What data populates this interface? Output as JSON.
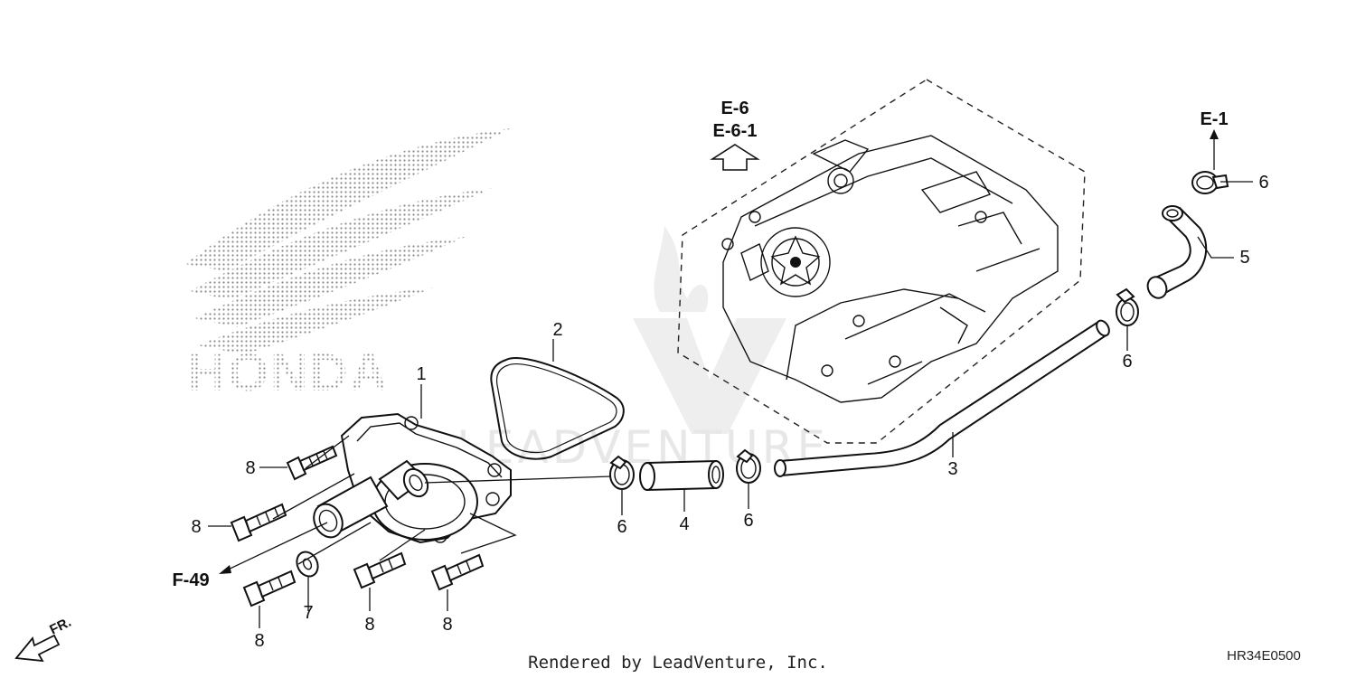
{
  "diagram": {
    "watermark_brand": "HONDA",
    "watermark_company": "LEADVENTURE",
    "reference_labels": {
      "e6": "E-6",
      "e61": "E-6-1",
      "e1": "E-1",
      "f49": "F-49",
      "front": "FR."
    },
    "callouts": {
      "c1": "1",
      "c2": "2",
      "c3": "3",
      "c4": "4",
      "c5": "5",
      "c6a": "6",
      "c6b": "6",
      "c6c": "6",
      "c6d": "6",
      "c7": "7",
      "c8a": "8",
      "c8b": "8",
      "c8c": "8",
      "c8d": "8",
      "c8e": "8"
    },
    "footer": {
      "rendered_by": "Rendered by LeadVenture, Inc.",
      "diagram_code": "HR34E0500"
    }
  }
}
